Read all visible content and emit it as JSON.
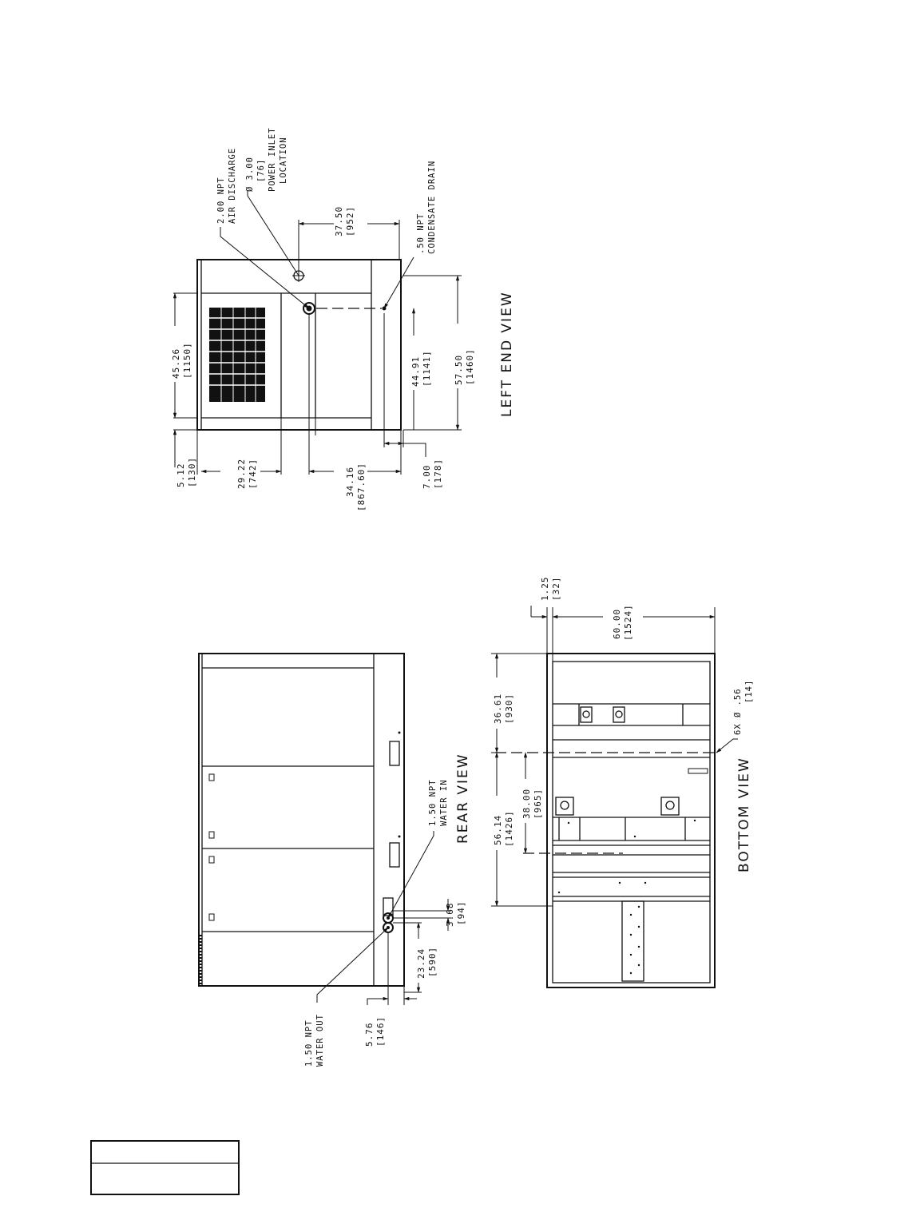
{
  "left_end_view": {
    "title": "LEFT END VIEW",
    "callouts": {
      "air_discharge_size": "2.00 NPT",
      "air_discharge_name": "AIR DISCHARGE",
      "power_inlet_dia": "Ø 3.00",
      "power_inlet_mm": "[76]",
      "power_inlet_name1": "POWER INLET",
      "power_inlet_name2": "LOCATION",
      "condensate_size": ".50 NPT",
      "condensate_name": "CONDENSATE DRAIN"
    },
    "dims": {
      "d1_in": "5.12",
      "d1_mm": "[130]",
      "d2_in": "29.22",
      "d2_mm": "[742]",
      "d3_in": "34.16",
      "d3_mm": "[867.60]",
      "d4_in": "7.00",
      "d4_mm": "[178]",
      "d5_in": "45.26",
      "d5_mm": "[1150]",
      "d6_in": "44.91",
      "d6_mm": "[1141]",
      "d7_in": "57.50",
      "d7_mm": "[1460]",
      "d8_in": "37.50",
      "d8_mm": "[952]"
    }
  },
  "rear_view": {
    "title": "REAR VIEW",
    "callouts": {
      "water_in_size": "1.50 NPT",
      "water_in_name": "WATER IN",
      "water_out_size": "1.50 NPT",
      "water_out_name": "WATER OUT"
    },
    "dims": {
      "d1_in": "3.68",
      "d1_mm": "[94]",
      "d2_in": "23.24",
      "d2_mm": "[590]",
      "d3_in": "5.76",
      "d3_mm": "[146]"
    }
  },
  "bottom_view": {
    "title": "BOTTOM VIEW",
    "callouts": {
      "holes": "6X Ø .56",
      "holes_mm": "[14]"
    },
    "dims": {
      "d1_in": "1.25",
      "d1_mm": "[32]",
      "d2_in": "60.00",
      "d2_mm": "[1524]",
      "d3_in": "36.61",
      "d3_mm": "[930]",
      "d4_in": "38.00",
      "d4_mm": "[965]",
      "d5_in": "56.14",
      "d5_mm": "[1426]"
    }
  },
  "title_block": {
    "row1": "",
    "row2": ""
  }
}
